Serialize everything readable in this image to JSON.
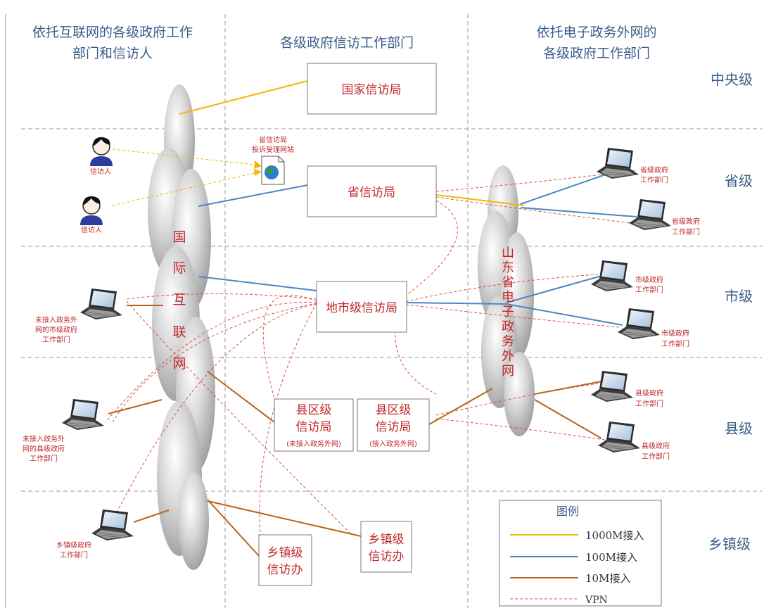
{
  "columns": {
    "left_line1": "依托互联网的各级政府工作",
    "left_line2": "部门和信访人",
    "middle": "各级政府信访工作部门",
    "right_line1": "依托电子政务外网的",
    "right_line2": "各级政府工作部门"
  },
  "levels": [
    "中央级",
    "省级",
    "市级",
    "县级",
    "乡镇级"
  ],
  "internet_cloud_chars": [
    "国",
    "际",
    "互",
    "联",
    "网"
  ],
  "extranet_cloud_chars": [
    "山",
    "东",
    "省",
    "电",
    "子",
    "政",
    "务",
    "外",
    "网"
  ],
  "boxes": {
    "national": "国家信访局",
    "provincial": "省信访局",
    "city": "地市级信访局",
    "county_a_line1": "县区级",
    "county_a_line2": "信访局",
    "county_a_note": "(未接入政务外网)",
    "county_b_line1": "县区级",
    "county_b_line2": "信访局",
    "county_b_note": "(接入政务外网)",
    "town_a_line1": "乡镇级",
    "town_a_line2": "信访办",
    "town_b_line1": "乡镇级",
    "town_b_line2": "信访办"
  },
  "website_line1": "省信访局",
  "website_line2": "投诉受理网站",
  "petitioner": "信访人",
  "laptops": {
    "prov1_line1": "省级政府",
    "prov1_line2": "工作部门",
    "prov2_line1": "省级政府",
    "prov2_line2": "工作部门",
    "city1_line1": "市级政府",
    "city1_line2": "工作部门",
    "city2_line1": "市级政府",
    "city2_line2": "工作部门",
    "county1_line1": "县级政府",
    "county1_line2": "工作部门",
    "county2_line1": "县级政府",
    "county2_line2": "工作部门",
    "left_city_line1": "未接入政务外",
    "left_city_line2": "网的市级政府",
    "left_city_line3": "工作部门",
    "left_county_line1": "未接入政务外",
    "left_county_line2": "网的县级政府",
    "left_county_line3": "工作部门",
    "left_town_line1": "乡镇级政府",
    "left_town_line2": "工作部门"
  },
  "legend": {
    "title": "图例",
    "items": [
      {
        "label": "1000M接入",
        "color": "#f2b705"
      },
      {
        "label": "100M接入",
        "color": "#4a86c5"
      },
      {
        "label": "10M接入",
        "color": "#b8651b"
      },
      {
        "label": "VPN",
        "color": "#d9534f"
      }
    ]
  },
  "colors": {
    "gold": "#f2b705",
    "blue": "#4a86c5",
    "brown": "#b8651b",
    "vpn": "#d9534f",
    "header": "#3b5f8a",
    "red_text": "#c0282b"
  }
}
